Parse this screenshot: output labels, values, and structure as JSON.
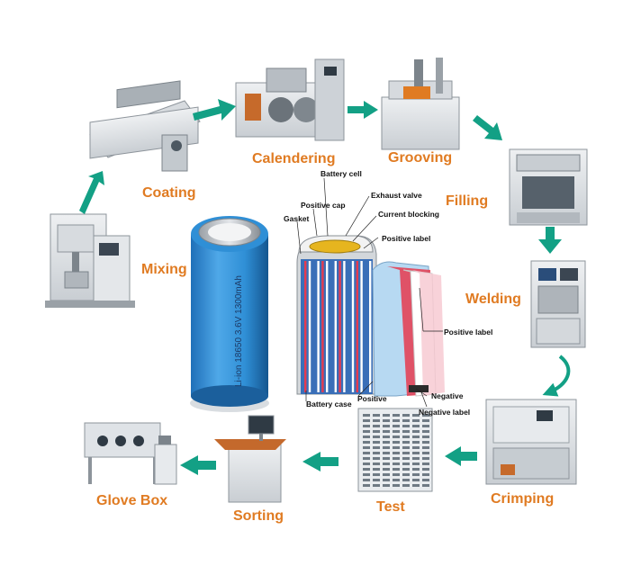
{
  "steps": {
    "mixing": "Mixing",
    "coating": "Coating",
    "calendering": "Calendering",
    "grooving": "Grooving",
    "filling": "Filling",
    "welding": "Welding",
    "crimping": "Crimping",
    "test": "Test",
    "sorting": "Sorting",
    "glove_box": "Glove Box"
  },
  "cell_print": "Li-ion 18650 3.6V 1300mAh",
  "callouts": {
    "battery_cell": "Battery cell",
    "exhaust_valve": "Exhaust valve",
    "positive_cap": "Positive cap",
    "current_blocking": "Current blocking",
    "gasket": "Gasket",
    "positive_label_top": "Positive label",
    "positive_label_mid": "Positive label",
    "negative": "Negative",
    "negative_label": "Negative label",
    "positive": "Positive",
    "battery_case": "Battery case"
  },
  "colors": {
    "label": "#e07b22",
    "arrow": "#13a085",
    "cell_blue": "#2f8fd6"
  }
}
